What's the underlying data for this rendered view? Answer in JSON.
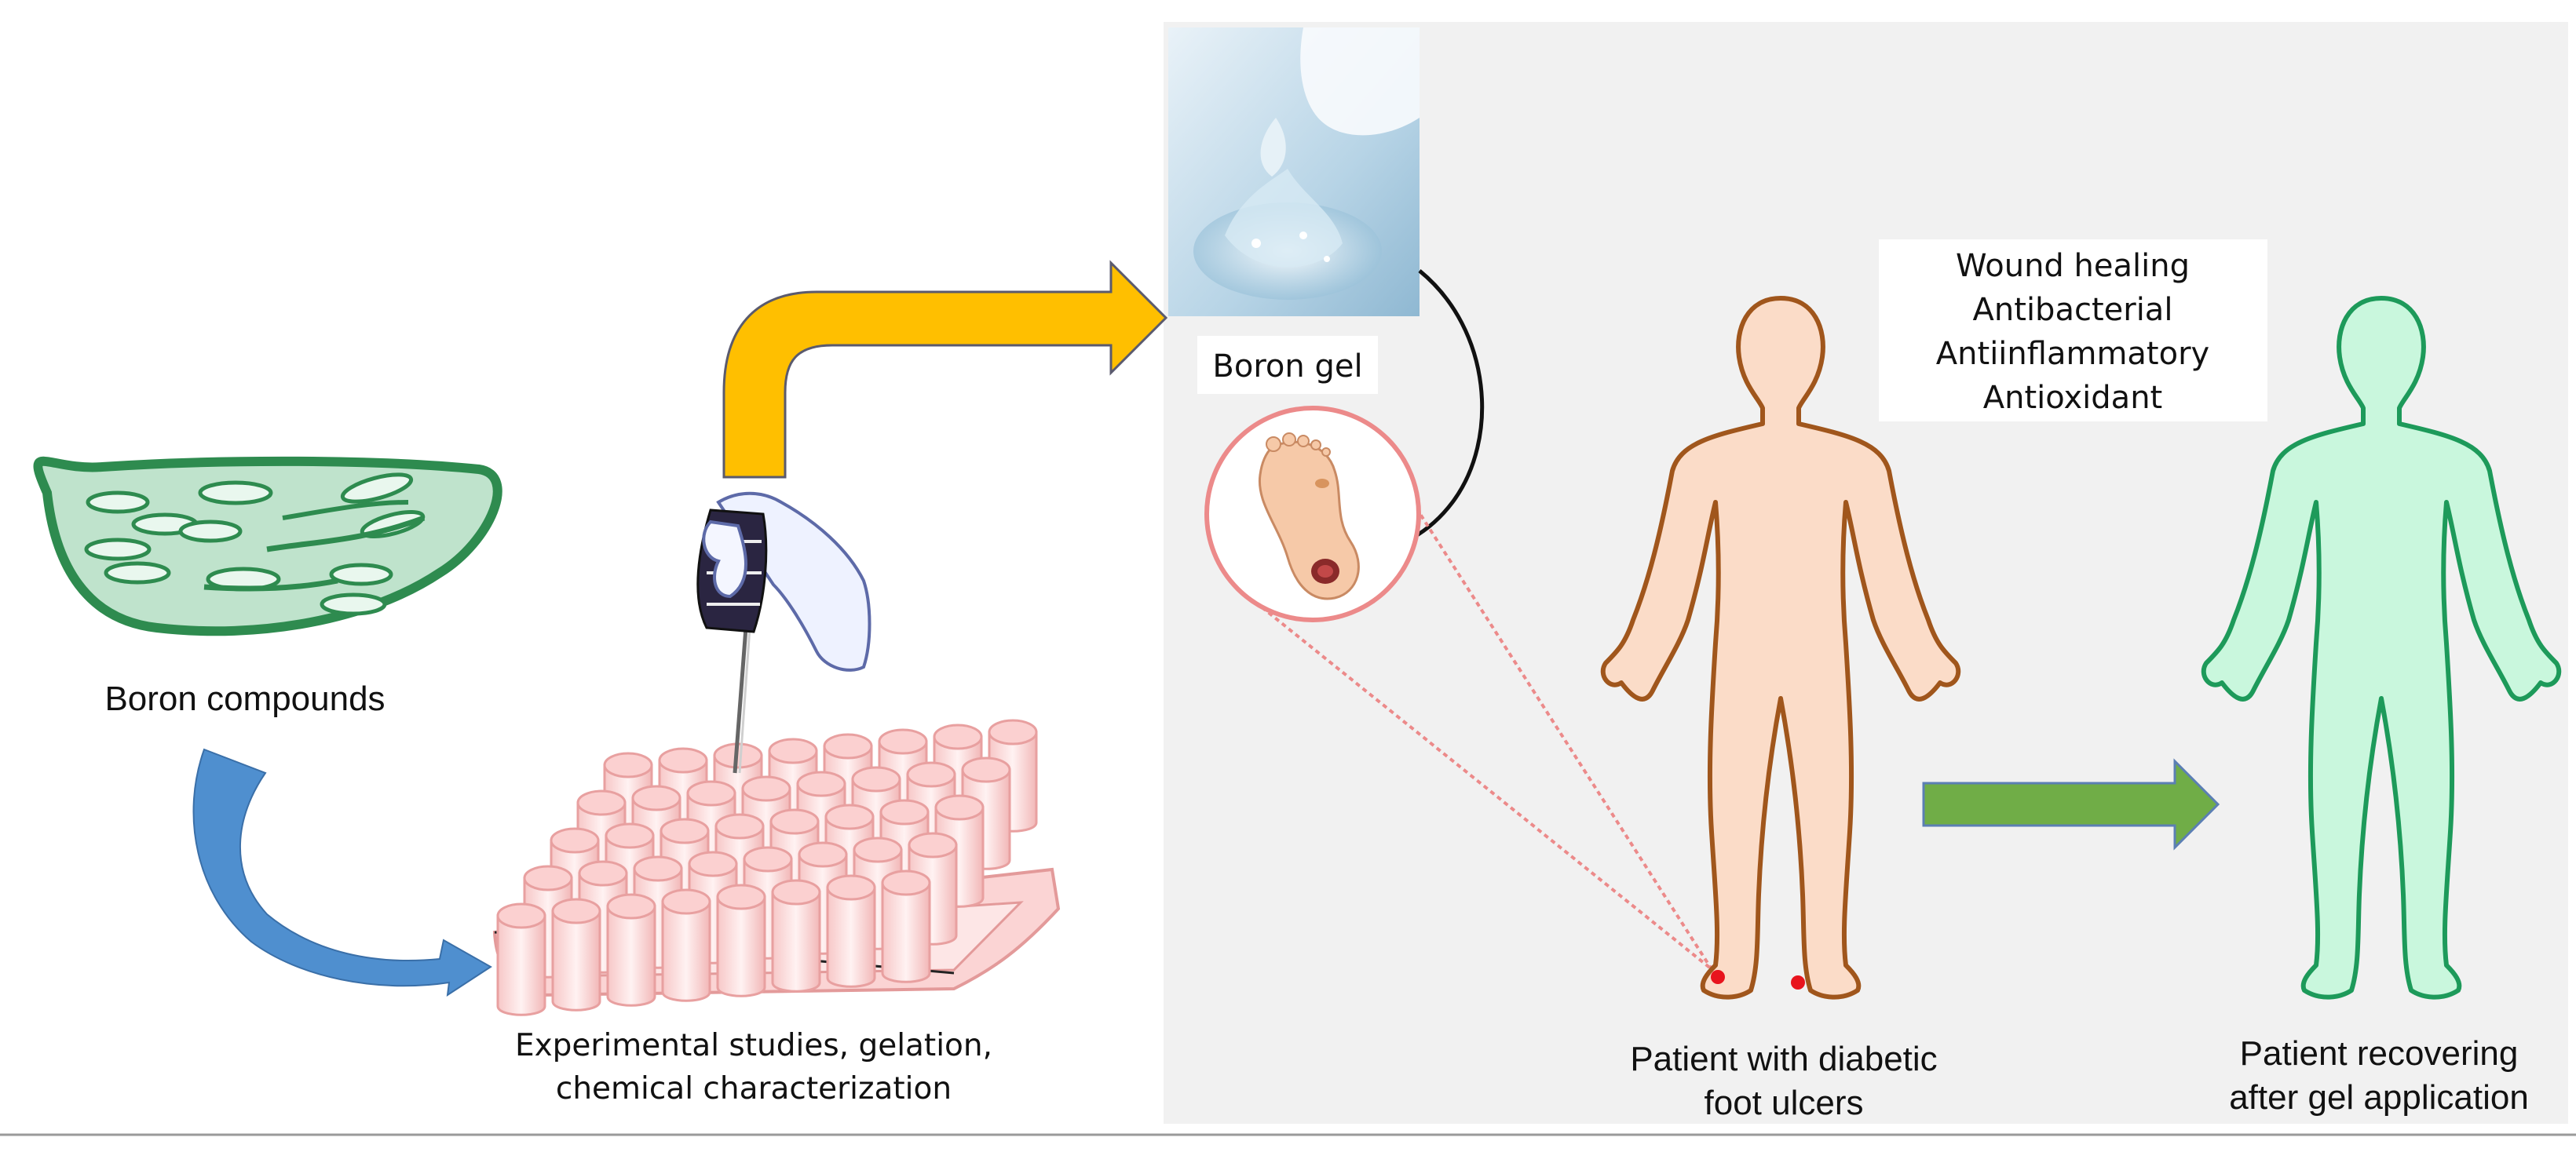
{
  "labels": {
    "boron_compounds": "Boron compounds",
    "experimental_line1": "Experimental studies, gelation,",
    "experimental_line2": "chemical characterization",
    "boron_gel": "Boron gel",
    "patient_line1": "Patient with diabetic",
    "patient_line2": "foot ulcers",
    "recovering_line1": "Patient recovering",
    "recovering_line2": "after gel application"
  },
  "properties": [
    "Wound healing",
    "Antibacterial",
    "Antiinflammatory",
    "Antioxidant"
  ],
  "colors": {
    "panel_bg": "#f1f1f1",
    "yellow_arrow": "#ffbf00",
    "blue_arrow": "#4f8fcf",
    "green_arrow": "#70ad47",
    "patient_skin": "#fbdcc8",
    "patient_outline": "#a0561c",
    "recovering_fill": "#c9f7dd",
    "recovering_outline": "#1d9a5a",
    "cell_fill": "#bfe3cc",
    "cell_outline": "#2e8b4f",
    "tube_fill": "#fde3e3",
    "tube_outline": "#e8a0a0",
    "ulcer_marker": "#e8141d",
    "zoom_circle": "#ec8a8a"
  },
  "icons": [
    "cell-organelle-icon",
    "gloved-hand-pipette-icon",
    "tube-rack-icon",
    "gel-bottle-icon",
    "foot-ulcer-icon",
    "human-body-icon"
  ]
}
